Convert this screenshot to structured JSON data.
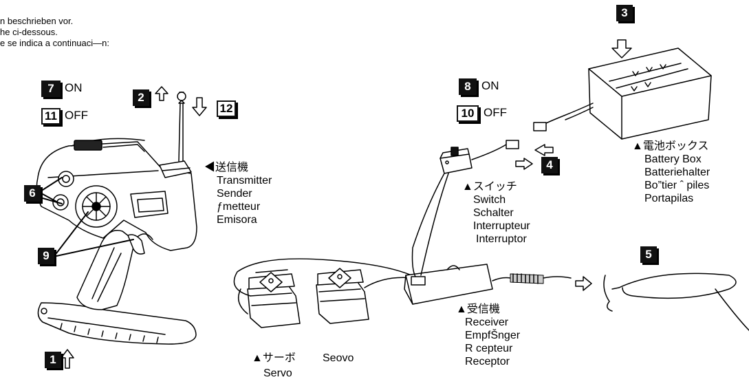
{
  "intro_lines": [
    "n beschrieben vor.",
    "he ci-dessous.",
    "e se indica a continuaci—n:"
  ],
  "step_numbers": {
    "n1": "1",
    "n2": "2",
    "n3": "3",
    "n4": "4",
    "n5": "5",
    "n6": "6",
    "n7": "7",
    "n8": "8",
    "n9": "9",
    "n10": "10",
    "n11": "11",
    "n12": "12"
  },
  "switch_states": {
    "tx_on": "ON",
    "tx_off": "OFF",
    "rx_on": "ON",
    "rx_off": "OFF"
  },
  "transmitter_labels": [
    "◀送信機",
    "Transmitter",
    "Sender",
    "ƒmetteur",
    "Emisora"
  ],
  "switch_labels": [
    "▲スイッチ",
    "Switch",
    "Schalter",
    "Interrupteur",
    "Interruptor"
  ],
  "battery_labels": [
    "▲電池ボックス",
    "Battery Box",
    "Batteriehalter",
    "Bo”tier ˆ piles",
    "Portapilas"
  ],
  "receiver_labels": [
    "▲受信機",
    "Receiver",
    "EmpfŠnger",
    "R cepteur",
    "Receptor"
  ],
  "servo_labels": {
    "jp": "▲サーボ",
    "de": "Seovo",
    "en": "Servo"
  },
  "colors": {
    "ink": "#000000",
    "box_dark": "#111111",
    "paper": "#ffffff"
  }
}
